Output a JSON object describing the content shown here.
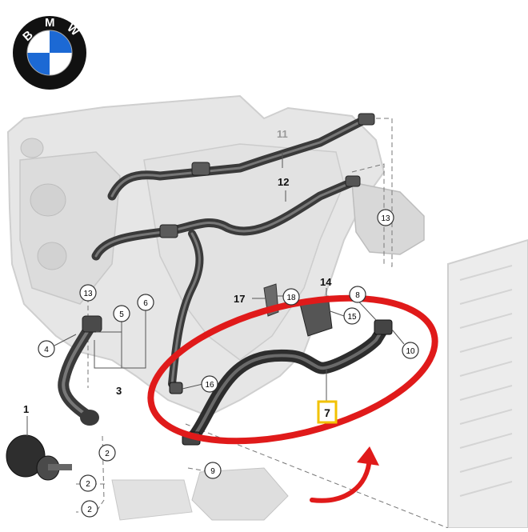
{
  "logo": {
    "text": "BMW",
    "colors": {
      "ring": "#111111",
      "blue": "#1c69d4",
      "white": "#ffffff",
      "letters": "#ffffff"
    }
  },
  "callouts": {
    "n1": "1",
    "n2": "2",
    "n3": "3",
    "n4": "4",
    "n5": "5",
    "n6": "6",
    "n7": "7",
    "n8": "8",
    "n9": "9",
    "n10": "10",
    "n11": "11",
    "n12": "12",
    "n13": "13",
    "n14": "14",
    "n15": "15",
    "n16": "16",
    "n17": "17",
    "n18": "18"
  },
  "colors": {
    "engine_fill": "#e4e4e4",
    "engine_stroke": "#c9c9c9",
    "hose_dark": "#3c3c3c",
    "hose_light": "#6d6d6d",
    "radiator_fill": "#ececec",
    "highlight_ellipse": "#e01a1a",
    "highlight_box": "#f2c200",
    "leader": "#555555"
  },
  "highlight": {
    "part_number": "7"
  }
}
